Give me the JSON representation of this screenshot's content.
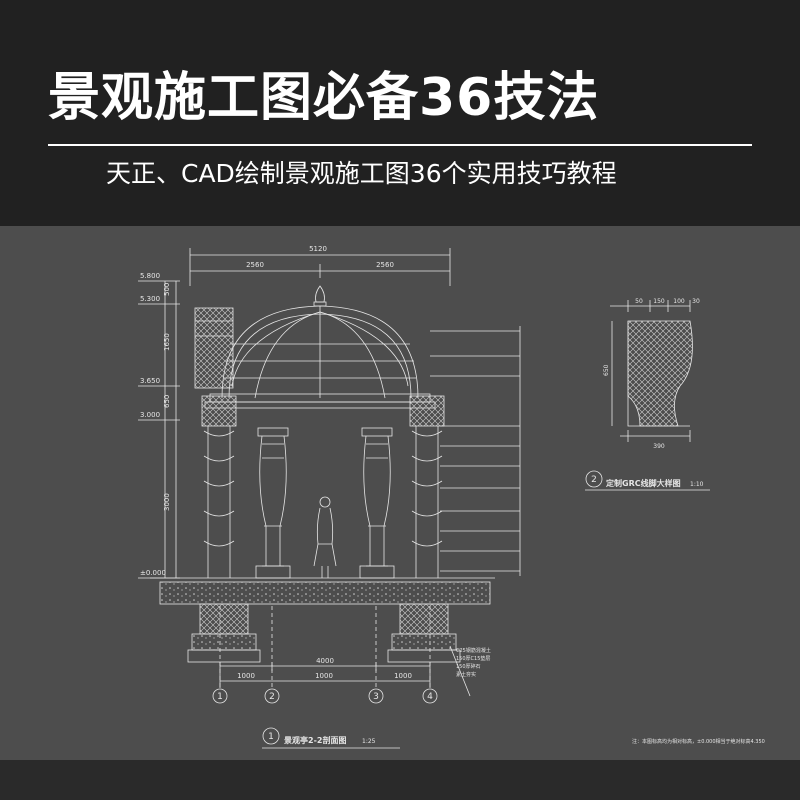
{
  "header": {
    "title": "景观施工图必备36技法",
    "subtitle": "天正、CAD绘制景观施工图36个实用技巧教程"
  },
  "section_drawing": {
    "caption_number": "1",
    "caption": "景观亭2-2剖面图",
    "scale": "1:25",
    "total_width": "5120",
    "half_width_left": "2560",
    "half_width_right": "2560",
    "bottom_total": "4000",
    "bottom_dims": [
      "1000",
      "1000",
      "1000"
    ],
    "grid_axes": [
      "1",
      "2",
      "3",
      "4"
    ],
    "elevations": [
      "5.800",
      "5.300",
      "3.650",
      "3.000",
      "±0.000"
    ],
    "vertical_dims": [
      "500",
      "1650",
      "650",
      "3000"
    ],
    "foundation_notes": [
      "C25钢筋混凝土",
      "150厚C15垫层",
      "150厚碎石",
      "素土夯实"
    ],
    "elevation_note": "注：本图标高均为相对标高，±0.000相当于绝对标高4.350"
  },
  "detail_drawing": {
    "caption_number": "2",
    "caption": "定制GRC线脚大样图",
    "scale": "1:10",
    "top_dims": [
      "50",
      "150",
      "100",
      "30"
    ],
    "bottom_dim": "390",
    "side_dim": "650"
  },
  "colors": {
    "banner_bg": "#212121",
    "panel_bg": "#4d4d4d",
    "line": "#e6e6e6"
  }
}
